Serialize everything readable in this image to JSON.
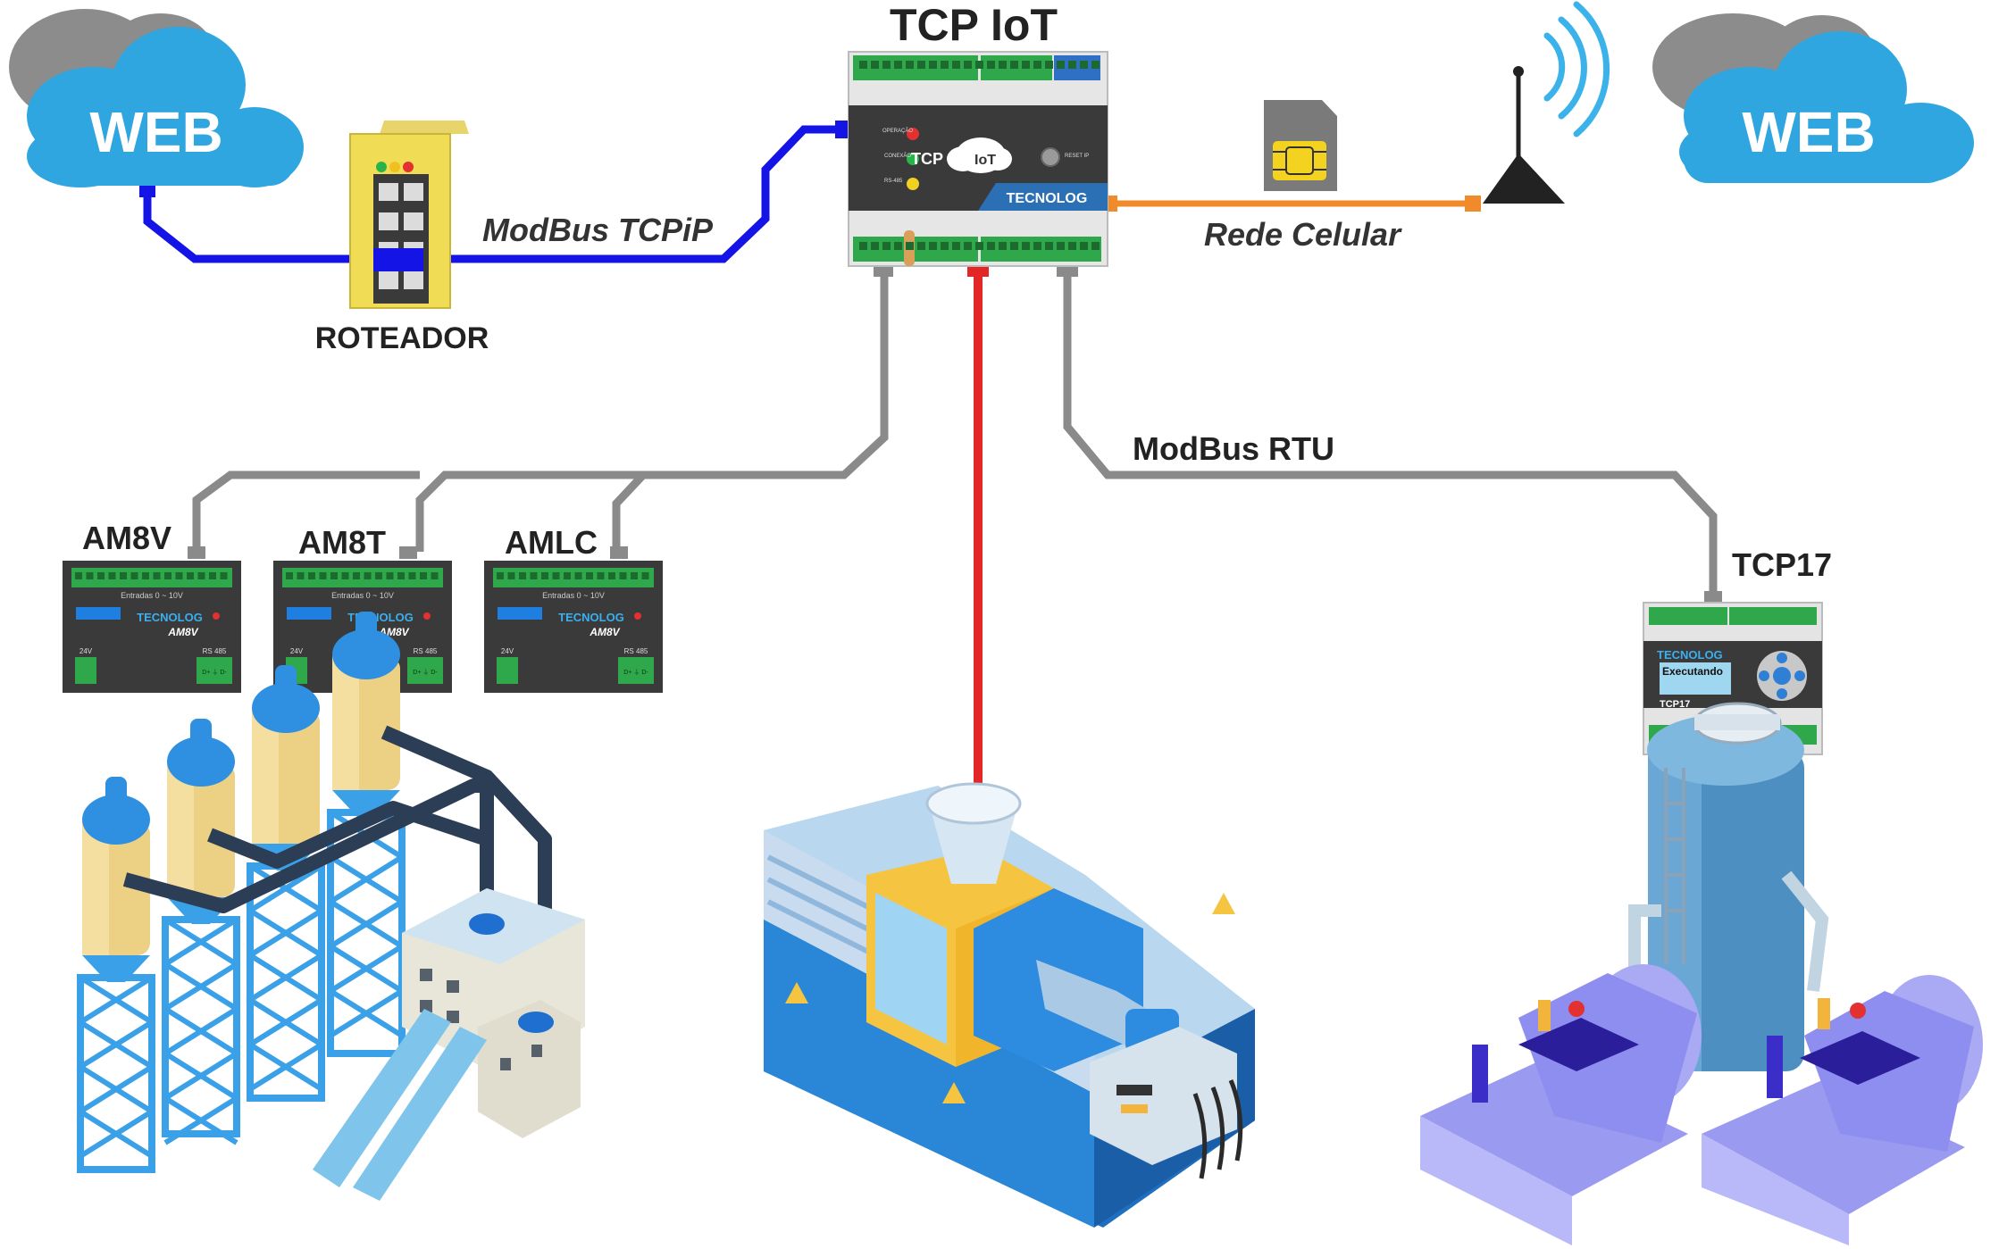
{
  "clouds": {
    "left_label": "WEB",
    "right_label": "WEB"
  },
  "router": {
    "label": "ROTEADOR"
  },
  "links": {
    "tcpip_label": "ModBus TCPiP",
    "cellular_label": "Rede Celular",
    "rtu_label": "ModBus RTU"
  },
  "tcp_iot": {
    "title": "TCP IoT",
    "brand": "TECNOLOG",
    "logo_left": "TCP",
    "logo_right": "IoT",
    "led1": "OPERAÇÃO",
    "led2": "CONEXÃO",
    "led3": "RS-485",
    "reset": "RESET IP"
  },
  "modules": [
    {
      "title": "AM8V",
      "brand": "TECNOLOG",
      "model": "AM8V",
      "inputs": "Entradas 0 ~ 10V",
      "pwr": "24V",
      "bus": "RS 485",
      "bus_pins": "D+ ⏚ D-"
    },
    {
      "title": "AM8T",
      "brand": "TECNOLOG",
      "model": "AM8V",
      "inputs": "Entradas 0 ~ 10V",
      "pwr": "24V",
      "bus": "RS 485",
      "bus_pins": "D+ ⏚ D-"
    },
    {
      "title": "AMLC",
      "brand": "TECNOLOG",
      "model": "AM8V",
      "inputs": "Entradas 0 ~ 10V",
      "pwr": "24V",
      "bus": "RS 485",
      "bus_pins": "D+ ⏚ D-"
    }
  ],
  "tcp17": {
    "title": "TCP17",
    "brand": "TECNOLOG",
    "screen_text": "Executando",
    "model": "TCP17"
  },
  "colors": {
    "cloud": "#2fa6e0",
    "ethernet": "#1414e6",
    "cellular": "#f08a2a",
    "rtu": "#8a8a8a",
    "red_link": "#e32626",
    "module_body": "#3a3a3a",
    "terminal_green": "#2ea84a"
  },
  "icons": [
    "cloud-icon",
    "router-icon",
    "sim-card-icon",
    "antenna-icon",
    "silos-illustration",
    "injection-machine-illustration",
    "pumps-tank-illustration"
  ]
}
